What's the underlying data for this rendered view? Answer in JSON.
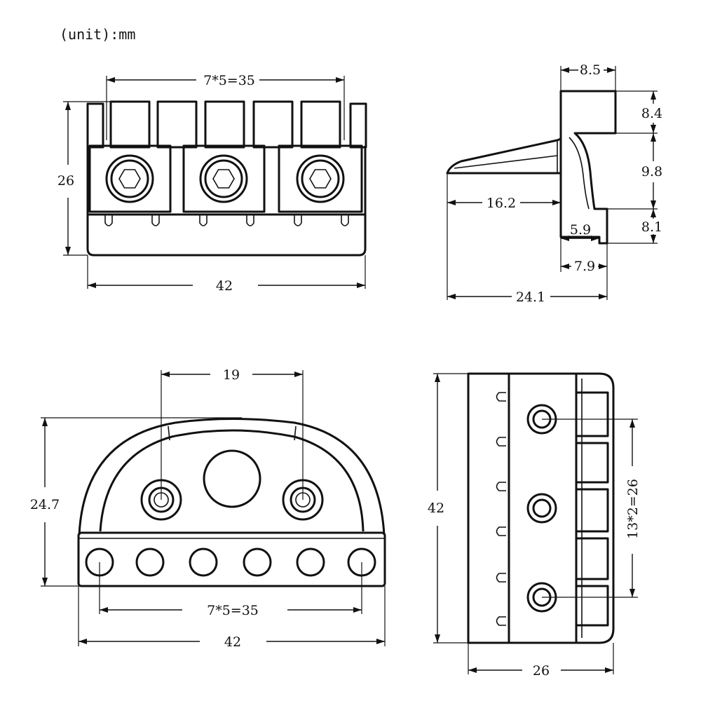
{
  "unit_label": "(unit):mm",
  "front_view": {
    "top_dim": "7*5=35",
    "height_dim": "26",
    "width_dim": "42"
  },
  "side_view": {
    "dim_top": "8.5",
    "dim_upper": "8.4",
    "dim_mid": "9.8",
    "dim_lower": "8.1",
    "dim_tail": "16.2",
    "dim_step": "5.9",
    "dim_foot": "7.9",
    "dim_total": "24.1"
  },
  "top_view": {
    "hole_spacing": "19",
    "height_dim": "24.7",
    "string_spacing": "7*5=35",
    "width_dim": "42"
  },
  "bottom_view": {
    "height_dim": "42",
    "hole_spacing": "13*2=26",
    "width_dim": "26"
  }
}
